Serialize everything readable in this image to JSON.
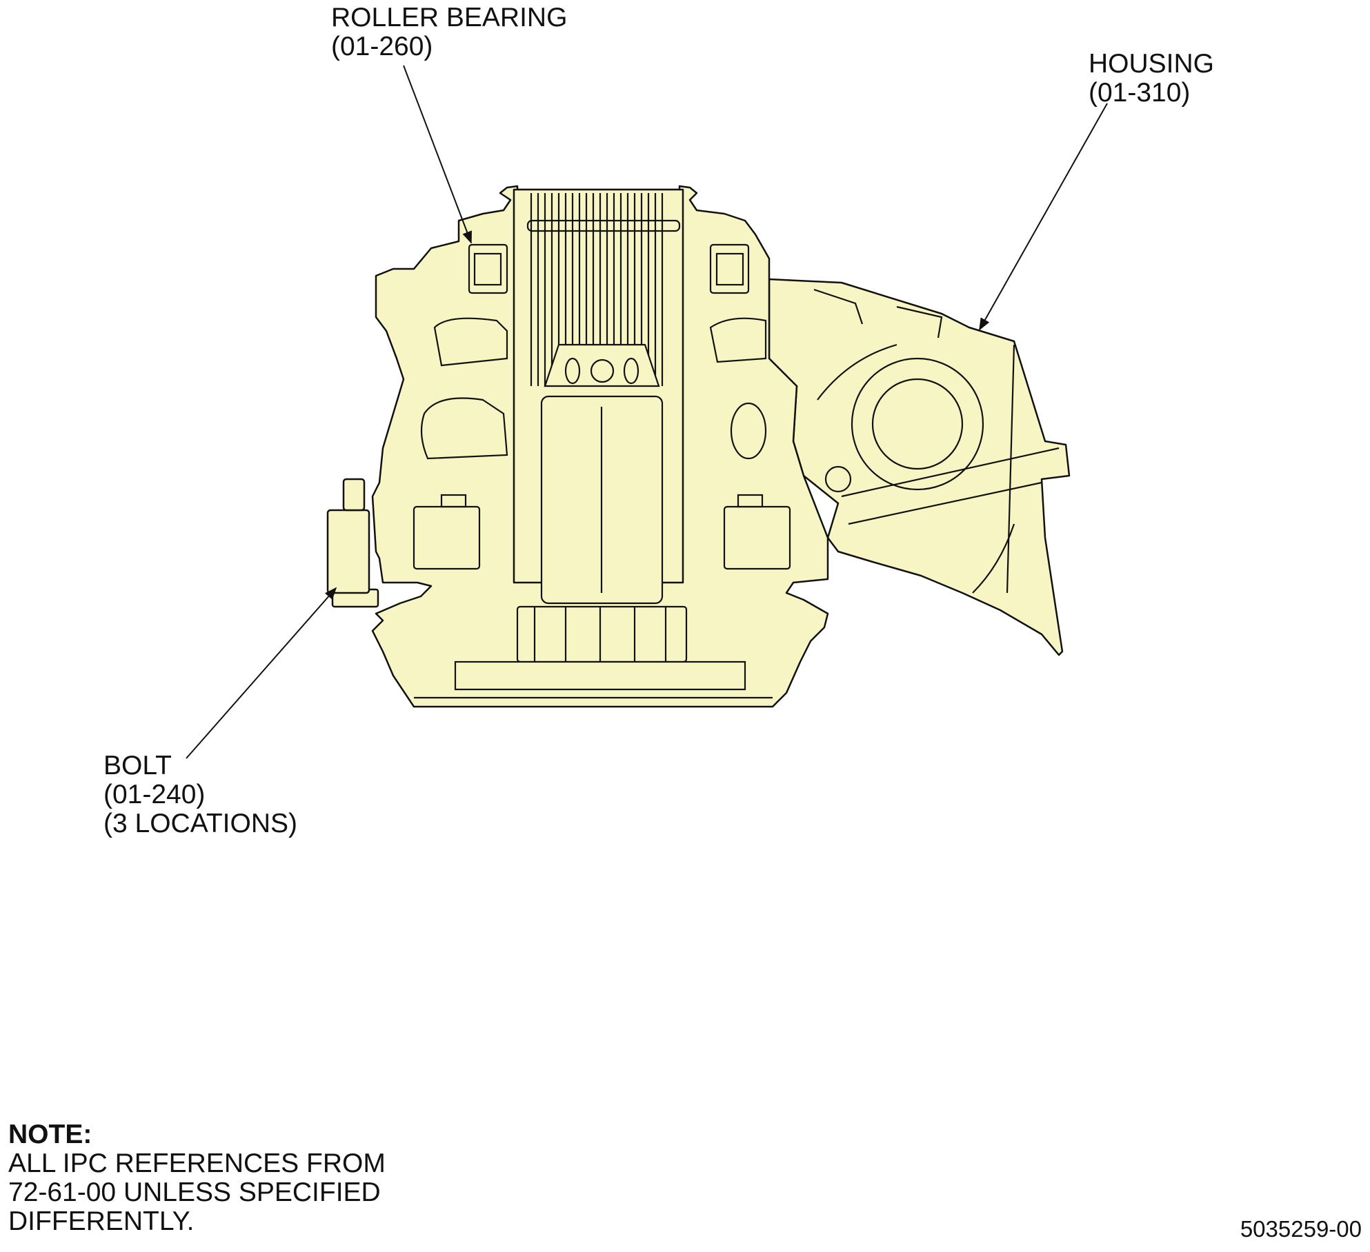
{
  "callouts": {
    "roller_bearing": {
      "name": "ROLLER BEARING",
      "ref": "(01-260)"
    },
    "housing": {
      "name": "HOUSING",
      "ref": "(01-310)"
    },
    "bolt": {
      "name": "BOLT",
      "ref": "(01-240)",
      "qty": "(3 LOCATIONS)"
    }
  },
  "note": {
    "heading": "NOTE:",
    "lines": [
      "ALL IPC REFERENCES FROM",
      "72-61-00 UNLESS SPECIFIED",
      "DIFFERENTLY."
    ]
  },
  "figure_number": "5035259-00",
  "colors": {
    "part_fill": "#f7f5c4",
    "line": "#111111"
  }
}
